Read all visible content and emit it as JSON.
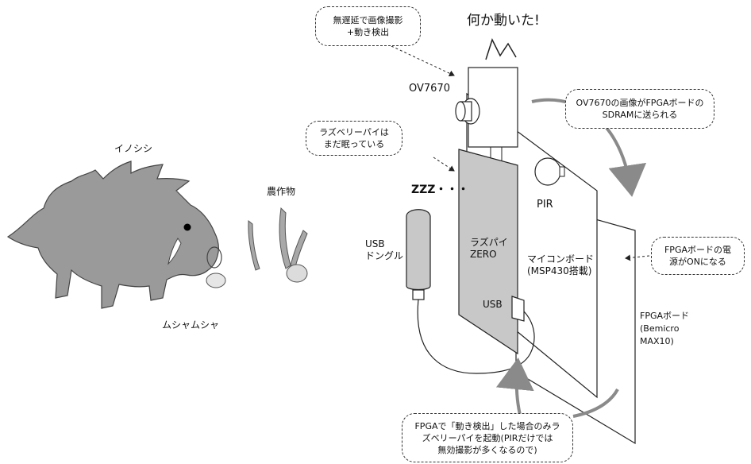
{
  "bubbles": {
    "capture": {
      "line1": "無遅延で画像撮影",
      "line2": "+動き検出"
    },
    "sleeping": {
      "line1": "ラズベリーパイは",
      "line2": "まだ眠っている"
    },
    "transfer": {
      "line1": "OV7670の画像がFPGAボードの",
      "line2": "SDRAMに送られる"
    },
    "power": {
      "line1": "FPGAボードの電",
      "line2": "源がONになる"
    },
    "wake": {
      "line1": "FPGAで「動き検出」した場合のみラ",
      "line2": "ズベリーパイを起動(PIRだけでは",
      "line3": "無効撮影が多くなるので)"
    }
  },
  "labels": {
    "motion": "何か動いた!",
    "camera": "OV7670",
    "boar": "イノシシ",
    "crops": "農作物",
    "munch": "ムシャムシャ",
    "zzz": "ZZZ・・・",
    "pir": "PIR",
    "usb_dongle": {
      "line1": "USB",
      "line2": "ドングル"
    },
    "raspi": {
      "line1": "ラズパイ",
      "line2": "ZERO"
    },
    "usb_port": "USB",
    "mcu": {
      "line1": "マイコンボード",
      "line2": "(MSP430搭載)"
    },
    "fpga": {
      "line1": "FPGAボード",
      "line2": "(Bemicro",
      "line3": "MAX10)"
    }
  },
  "colors": {
    "raspi_fill": "#c8c8c8",
    "boar_fill": "#9a9a9a",
    "crop_fill": "#a8a8a8",
    "arrow": "#8a8a8a"
  }
}
